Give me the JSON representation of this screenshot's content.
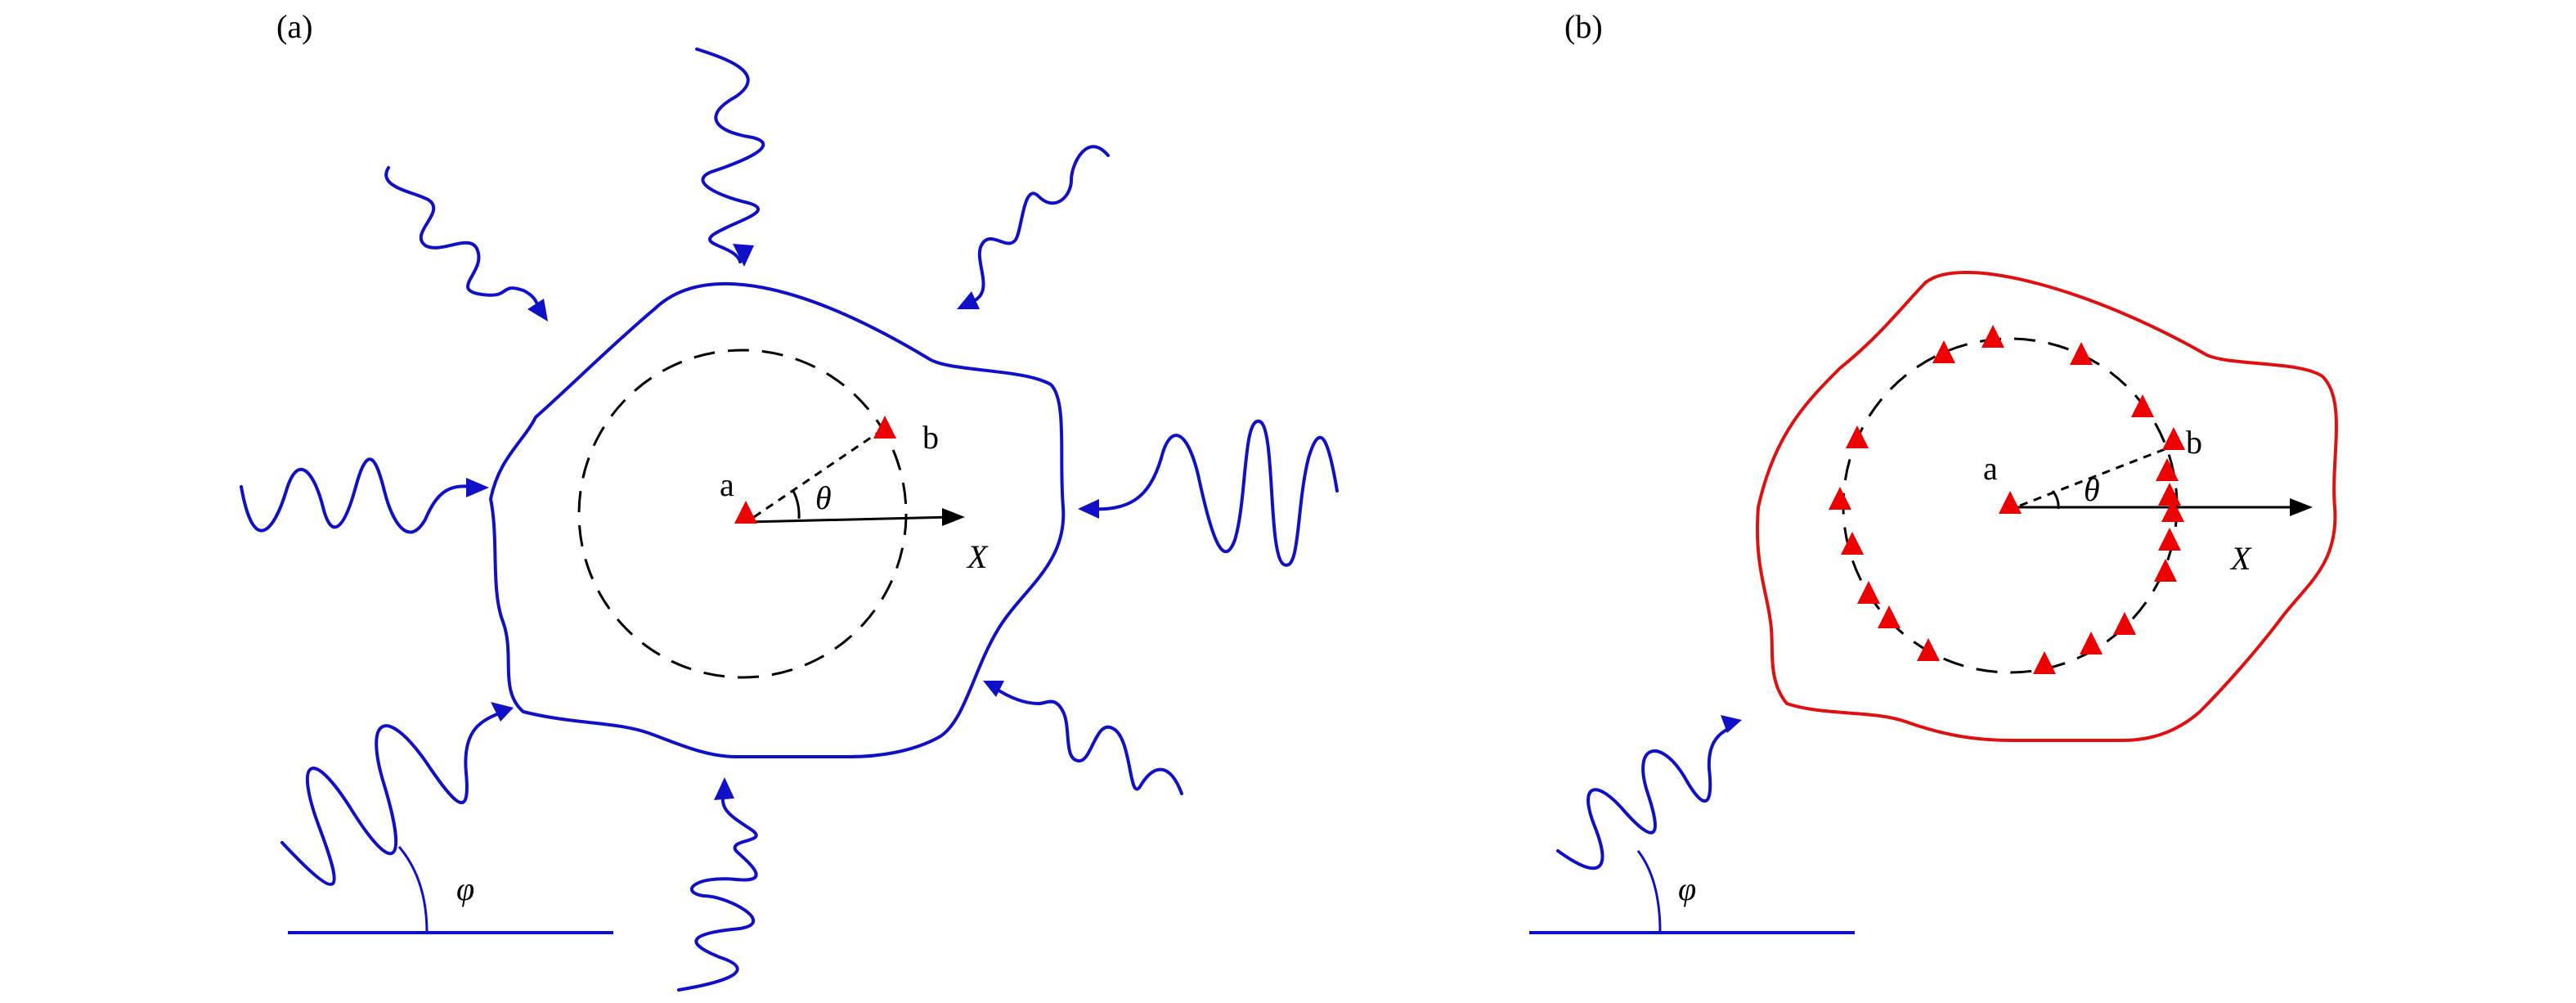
{
  "panel_a": {
    "label": "(a)",
    "point_a": "a",
    "point_b": "b",
    "theta": "θ",
    "axis": "X",
    "phi": "φ"
  },
  "panel_b": {
    "label": "(b)",
    "point_a": "a",
    "point_b": "b",
    "theta": "θ",
    "axis": "X",
    "phi": "φ"
  },
  "colors": {
    "panel_a_boundary": "#1010c8",
    "panel_b_boundary": "#e01010",
    "sensor": "#ee0000",
    "wave": "#1010c8",
    "axis": "#000000"
  },
  "icons": {
    "sensor": "red-triangle-icon",
    "wave": "sine-wave-arrow-icon"
  }
}
